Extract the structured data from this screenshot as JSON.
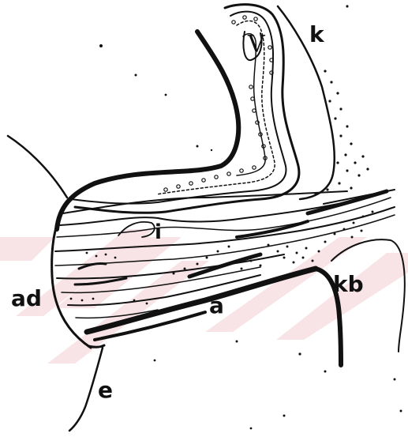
{
  "figure": {
    "labels": {
      "V": "V",
      "k": "k",
      "i": "i",
      "ad": "ad",
      "a": "a",
      "kb": "kb",
      "e": "e"
    },
    "colors": {
      "ink": "#111111",
      "background": "#ffffff",
      "watermark": "#f7dde0"
    }
  }
}
